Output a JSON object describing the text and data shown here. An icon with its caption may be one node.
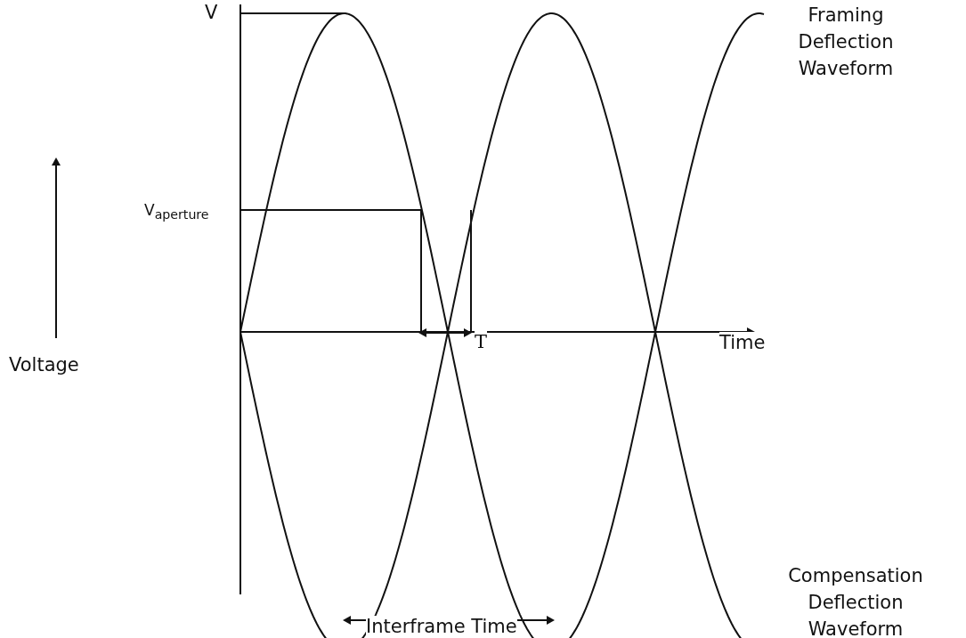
{
  "diagram": {
    "labels": [
      "V",
      "V$_{aperture}$",
      "Framing Deflection Waveform",
      "Voltage",
      "T",
      "Time",
      "Compensation Deflection Waveform",
      "Interframe Time"
    ]
  }
}
